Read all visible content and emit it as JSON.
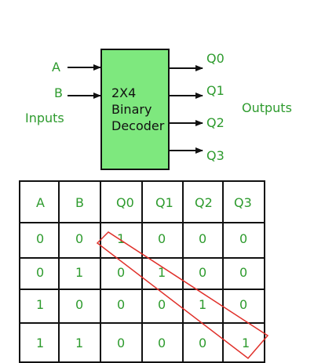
{
  "decoder": {
    "input_a": "A",
    "input_b": "B",
    "inputs_label": "Inputs",
    "block_line1": "2X4",
    "block_line2": "Binary",
    "block_line3": "Decoder",
    "outputs": [
      "Q0",
      "Q1",
      "Q2",
      "Q3"
    ],
    "outputs_label": "Outputs",
    "block_color": "#7ee87e",
    "label_color": "#2e9b2e",
    "highlight_color": "#e0302a"
  },
  "truth_table": {
    "headers": [
      "A",
      "B",
      "Q0",
      "Q1",
      "Q2",
      "Q3"
    ],
    "rows": [
      [
        "0",
        "0",
        "1",
        "0",
        "0",
        "0"
      ],
      [
        "0",
        "1",
        "0",
        "1",
        "0",
        "0"
      ],
      [
        "1",
        "0",
        "0",
        "0",
        "1",
        "0"
      ],
      [
        "1",
        "1",
        "0",
        "0",
        "0",
        "1"
      ]
    ]
  }
}
